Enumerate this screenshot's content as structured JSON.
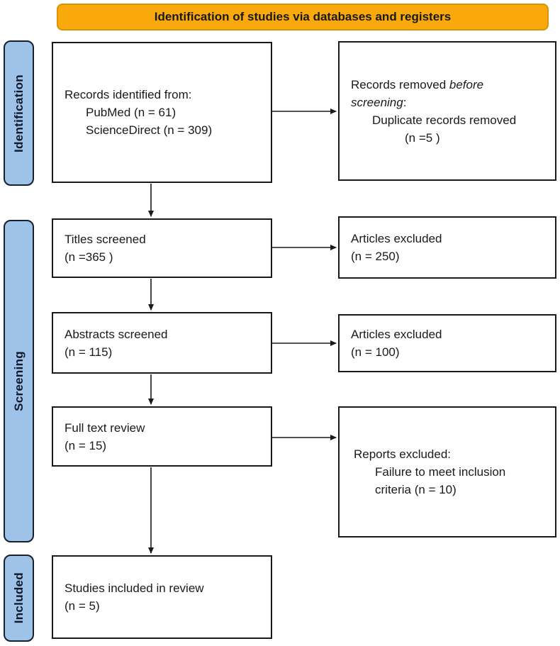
{
  "colors": {
    "banner-bg": "#F9A90B",
    "banner-border": "#DD9207",
    "banner-text": "#1a1a1a",
    "stage-bg": "#9EC2E8",
    "stage-border": "#16202E",
    "stage-text": "#10192a",
    "box-bg": "#ffffff",
    "box-border": "#1a1a1a",
    "box-text": "#1a1a1a",
    "arrow": "#1a1a1a",
    "page-bg": "#ffffff"
  },
  "banner": {
    "title": "Identification of studies via databases and registers"
  },
  "stages": {
    "identification": "Identification",
    "screening": "Screening",
    "included": "Included"
  },
  "boxes": {
    "records_identified": {
      "title": "Records identified from:",
      "items": [
        "PubMed (n = 61)",
        "ScienceDirect (n = 309)"
      ]
    },
    "records_removed": {
      "title_plain": "Records removed ",
      "title_italic_1": "before",
      "title_italic_2": "screening",
      "title_suffix": ":",
      "item": "Duplicate records removed",
      "count": "(n =5 )"
    },
    "titles_screened": {
      "line1": "Titles screened",
      "line2": "(n =365 )"
    },
    "articles_excluded_titles": {
      "line1": "Articles excluded",
      "line2": "(n = 250)"
    },
    "abstracts_screened": {
      "line1": "Abstracts screened",
      "line2": "(n = 115)"
    },
    "articles_excluded_abstracts": {
      "line1": "Articles excluded",
      "line2": "(n = 100)"
    },
    "full_text_review": {
      "line1": "Full text review",
      "line2": "(n = 15)"
    },
    "reports_excluded": {
      "title": "Reports excluded:",
      "item_line1": "Failure to meet inclusion",
      "item_line2": "criteria (n = 10)"
    },
    "studies_included": {
      "line1": "Studies included in review",
      "line2": "(n = 5)"
    }
  }
}
